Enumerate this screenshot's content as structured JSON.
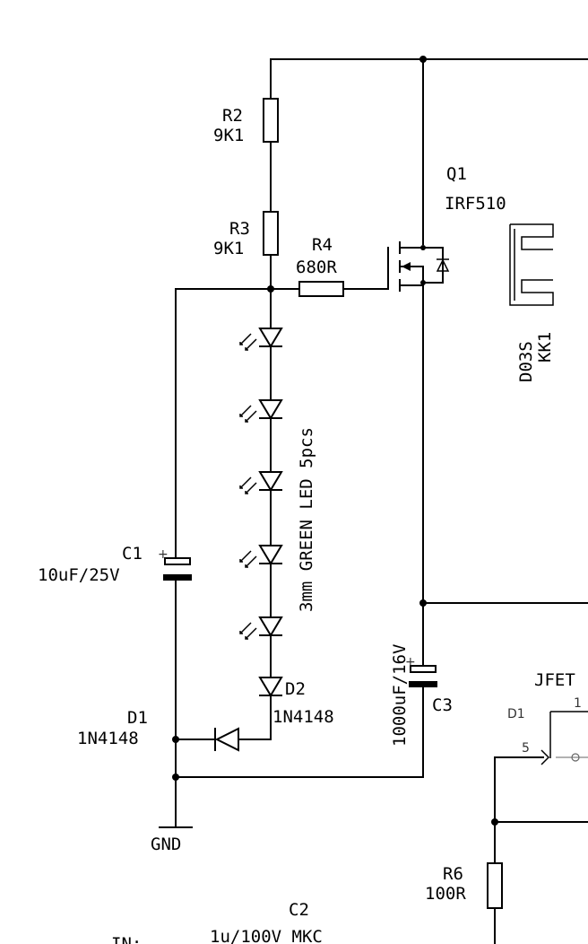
{
  "components": {
    "r2": {
      "ref": "R2",
      "value": "9K1"
    },
    "r3": {
      "ref": "R3",
      "value": "9K1"
    },
    "r4": {
      "ref": "R4",
      "value": "680R"
    },
    "q1": {
      "ref": "Q1",
      "part": "IRF510"
    },
    "heatsink": {
      "part": "D03S",
      "ref": "KK1"
    },
    "leds": {
      "note": "3mm GREEN LED 5pcs"
    },
    "c1": {
      "ref": "C1",
      "value": "10uF/25V",
      "polarity": "+"
    },
    "c3": {
      "ref": "C3",
      "value": "1000uF/16V",
      "polarity": "+"
    },
    "d1": {
      "ref": "D1",
      "part": "1N4148"
    },
    "d2": {
      "ref": "D2",
      "part": "1N4148"
    },
    "gnd": {
      "label": "GND"
    },
    "jfet": {
      "ref": "JFET",
      "pin1": "1",
      "pin5": "5",
      "pin_label": "D1"
    },
    "r6": {
      "ref": "R6",
      "value": "100R"
    },
    "c2": {
      "ref": "C2",
      "value": "1u/100V MKC"
    },
    "input": {
      "label": "IN:"
    }
  }
}
